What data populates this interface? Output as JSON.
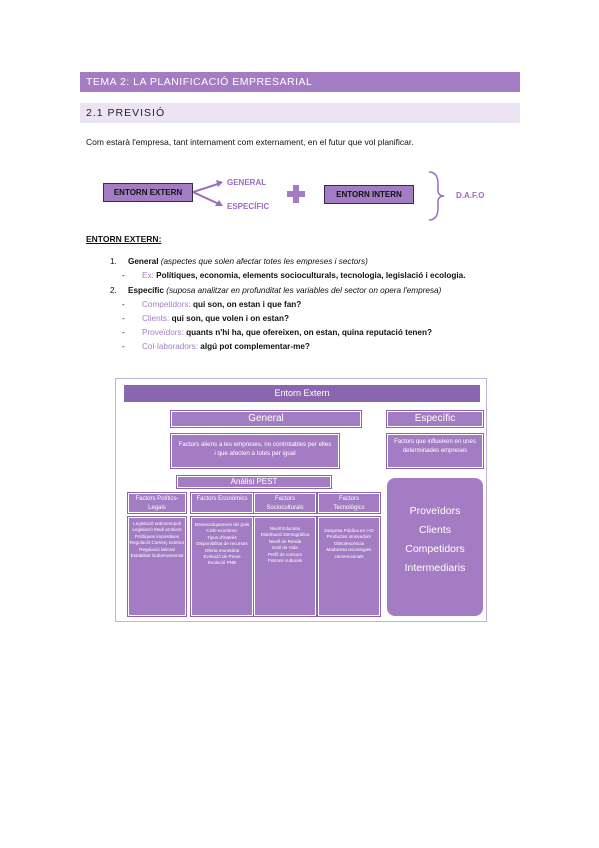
{
  "header": {
    "title": "TEMA 2: LA PLANIFICACIÓ EMPRESARIAL",
    "subtitle": "2.1 PREVISIÓ"
  },
  "intro": "Com estarà l'empresa, tant internament com externament, en el futur que vol planificar.",
  "diagram": {
    "entorn_extern": "ENTORN EXTERN",
    "general": "GENERAL",
    "especific": "ESPECÍFIC",
    "plus": "+",
    "entorn_intern": "ENTORN INTERN",
    "dafo": "D.A.F.O"
  },
  "section": {
    "heading": "ENTORN EXTERN:",
    "items": [
      {
        "num": "1.",
        "label": "General",
        "note": "(aspectes que solen afectar totes les empreses i sectors)",
        "sub": [
          {
            "key": "Ex:",
            "text": "Polítiques, economia, elements socioculturals, tecnologia, legislació i ecologia."
          }
        ]
      },
      {
        "num": "2.",
        "label": "Específic",
        "note": "(suposa analitzar en profunditat les variables del sector on opera l'empresa)",
        "sub": [
          {
            "key": "Competidors:",
            "text": "qui son, on estan i que fan?"
          },
          {
            "key": "Clients:",
            "text": "qui son, que volen i on estan?"
          },
          {
            "key": "Proveïdors:",
            "text": "quants n'hi ha, que ofereixen, on estan, quina reputació tenen?"
          },
          {
            "key": "Col·laboradors:",
            "text": "algú pot complementar-me?"
          }
        ]
      }
    ]
  },
  "figure": {
    "top": "Entorn Extern",
    "general": "General",
    "especific": "Específic",
    "general_desc": "Factors aliens a les empreses, no controlables per elles i que afecten a totes per igual",
    "especific_desc": "Factors que influeixen en unes determinades empreses",
    "pest": "Anàlisi PEST",
    "columns": [
      {
        "title": "Factors Polítics-Legals",
        "items": [
          "Legislació antimonopoli",
          "Legislació Medi ambient",
          "Polítiques impositives",
          "Regulació Comerç exterior",
          "Regulació laboral",
          "Estabilitat Gubernamental"
        ]
      },
      {
        "title": "Factors Econòmics",
        "items": [
          "Desenvolupament del país",
          "Cicle econòmic",
          "Tipus d'interès",
          "Disponibilitat de recursos",
          "Oferta monetària",
          "Evolució de Preus",
          "Evolució PNB"
        ]
      },
      {
        "title": "Factors Socioculturals",
        "items": [
          "Nivell Educatiu",
          "Distribució Demogràfica",
          "Nivell de Renda",
          "Estil de Vida",
          "Perfil de consum",
          "Patrons culturals"
        ]
      },
      {
        "title": "Factors Tecnològics",
        "items": [
          "Despesa Pública en I+D",
          "Productes innovadors",
          "Obsolescència",
          "Maduresa tecnologies convencionals"
        ]
      }
    ],
    "especific_items": [
      "Proveïdors",
      "Clients",
      "Competidors",
      "Intermediaris"
    ]
  },
  "colors": {
    "accent": "#a47cc4",
    "accent_dark": "#8a66b0",
    "light": "#ece4f3"
  }
}
